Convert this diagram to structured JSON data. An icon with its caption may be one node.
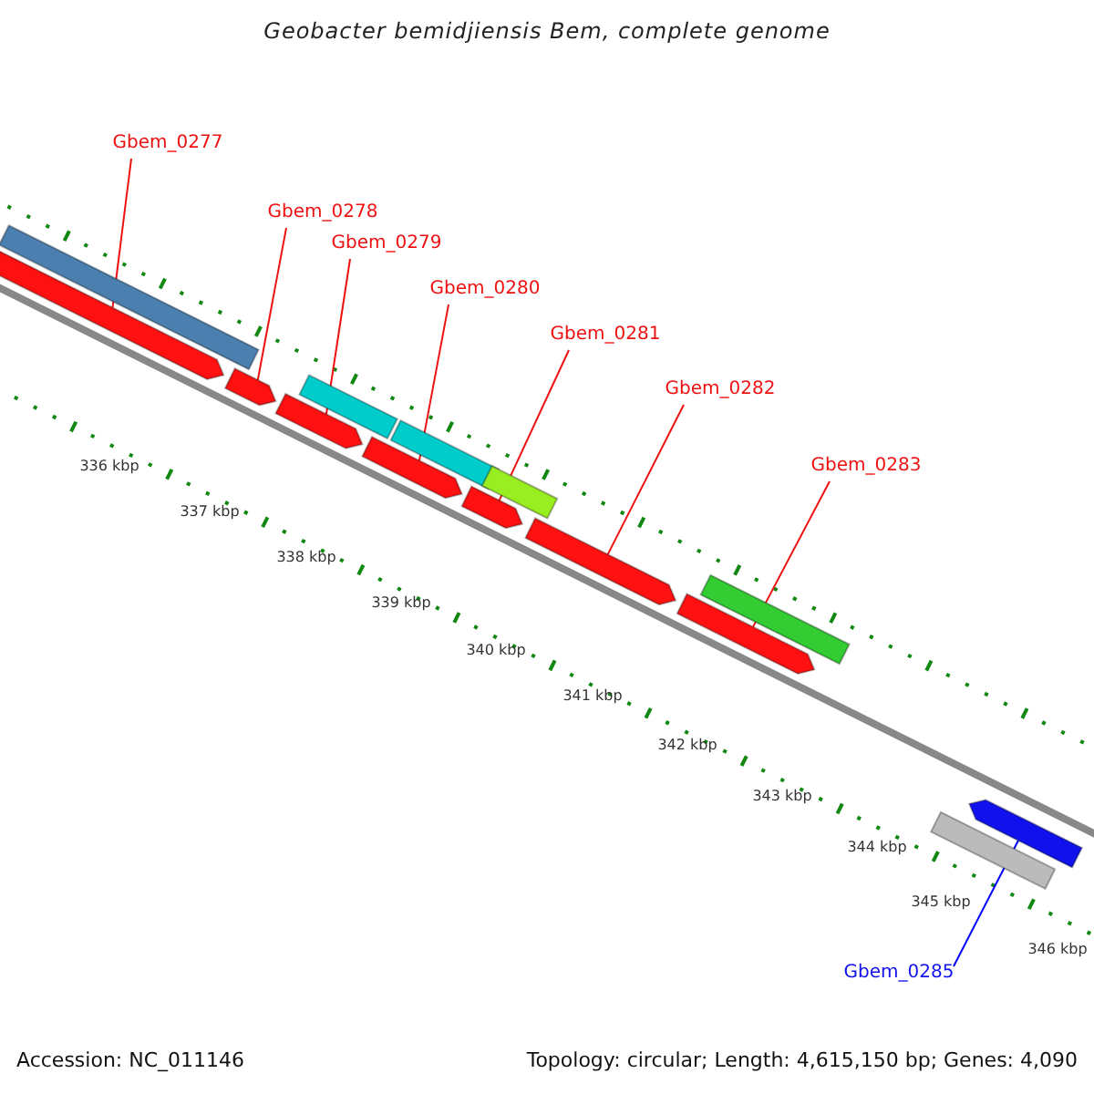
{
  "diagram": {
    "title": "Geobacter bemidjiensis Bem, complete genome",
    "nodes": [
      {
        "text": [
          "Gbem_0277"
        ]
      },
      {
        "text": [
          "Gbem_0278"
        ]
      },
      {
        "text": [
          "Gbem_0279"
        ]
      },
      {
        "text": [
          "Gbem_0280"
        ]
      },
      {
        "text": [
          "Gbem_0281"
        ]
      },
      {
        "text": [
          "Gbem_0282"
        ]
      },
      {
        "text": [
          "Gbem_0283"
        ]
      },
      {
        "text": [
          "Gbem_0285"
        ]
      },
      {
        "text": [],
        "shape": "bar"
      },
      {
        "text": [],
        "shape": "bar"
      },
      {
        "text": [],
        "shape": "bar"
      },
      {
        "text": [],
        "shape": "bar"
      },
      {
        "text": [],
        "shape": "bar"
      },
      {
        "text": [],
        "shape": "bar"
      },
      {
        "text": [],
        "shape": "bar"
      },
      {
        "text": [],
        "shape": "bar"
      },
      {
        "text": [],
        "shape": "bar"
      },
      {
        "text": [],
        "shape": "bar"
      },
      {
        "text": [],
        "shape": "bar"
      },
      {
        "text": [],
        "shape": "bar"
      },
      {
        "text": [],
        "shape": "bar"
      },
      {
        "text": [],
        "shape": "bar"
      }
    ],
    "edges": [
      {
        "from": 0,
        "to": 9,
        "arrow": "none"
      },
      {
        "from": 1,
        "to": 10,
        "arrow": "none"
      },
      {
        "from": 2,
        "to": 11,
        "arrow": "none"
      },
      {
        "from": 3,
        "to": 13,
        "arrow": "none"
      },
      {
        "from": 4,
        "to": 15,
        "arrow": "none"
      },
      {
        "from": 5,
        "to": 17,
        "arrow": "none"
      },
      {
        "from": 6,
        "to": 18,
        "arrow": "none"
      },
      {
        "from": 7,
        "to": 21,
        "arrow": "none",
        "color": "#0000ff"
      }
    ],
    "labels": [
      "336 kbp",
      "337 kbp",
      "338 kbp",
      "339 kbp",
      "340 kbp",
      "341 kbp",
      "342 kbp",
      "343 kbp",
      "344 kbp",
      "345 kbp",
      "346 kbp",
      "Accession: NC_011146",
      "Topology: circular; Length: 4,615,150 bp; Genes: 4,090"
    ]
  }
}
